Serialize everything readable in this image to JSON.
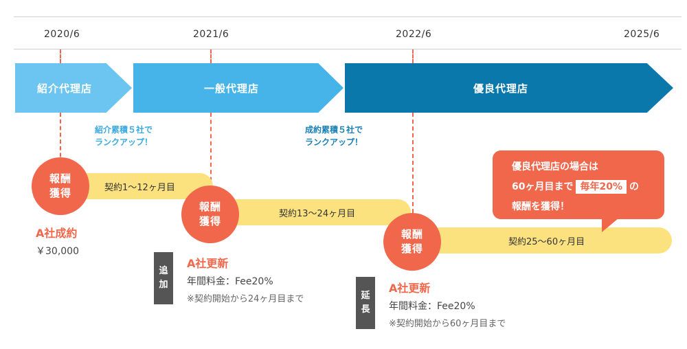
{
  "timeline": {
    "dates": [
      "2020/6",
      "2021/6",
      "2022/6",
      "2025/6"
    ]
  },
  "stages": [
    {
      "label": "紹介代理店",
      "color": "#6bc5f0"
    },
    {
      "label": "一般代理店",
      "color": "#46b4e8"
    },
    {
      "label": "優良代理店",
      "color": "#0a78aa"
    }
  ],
  "notes": [
    {
      "line1": "紹介累積５社で",
      "line2": "ランクアップ！",
      "color": "#3aa9e0"
    },
    {
      "line1": "成約累積５社で",
      "line2": "ランクアップ！",
      "color": "#1a7fb5"
    }
  ],
  "rewards": [
    {
      "line1": "報酬",
      "line2": "獲得",
      "period": "契約1〜12ヶ月目"
    },
    {
      "line1": "報酬",
      "line2": "獲得",
      "period": "契約13〜24ヶ月目"
    },
    {
      "line1": "報酬",
      "line2": "獲得",
      "period": "契約25〜60ヶ月目"
    }
  ],
  "deals": {
    "first": {
      "title": "A社成約",
      "amount": "￥30,000"
    },
    "renew1": {
      "tag1": "追",
      "tag2": "加",
      "title": "A社更新",
      "fee": "年間料金：Fee20%",
      "note": "※契約開始から24ヶ月目まで"
    },
    "renew2": {
      "tag1": "延",
      "tag2": "長",
      "title": "A社更新",
      "fee": "年間料金：Fee20%",
      "note": "※契約開始から60ヶ月目まで"
    }
  },
  "bubble": {
    "line1": "優良代理店の場合は",
    "line2_pre": "60ヶ月目まで",
    "line2_highlight": "毎年20%",
    "line2_post": "の",
    "line3": "報酬を獲得！"
  },
  "colors": {
    "accent_red": "#f0674c",
    "yellow": "#fbe27f",
    "tag_gray": "#555555"
  }
}
